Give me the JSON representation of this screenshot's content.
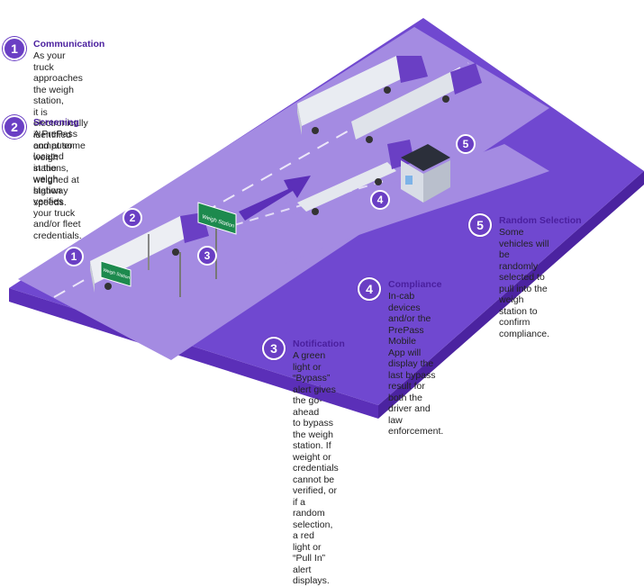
{
  "steps": [
    {
      "num": "1",
      "title": "Communication",
      "body": "As your truck approaches the weigh station,\nit is electronically identified and at some\nweigh stations, weighed at highway speeds."
    },
    {
      "num": "2",
      "title": "Screening",
      "body": "A PrePass computer located\nin the weigh station verifies\nyour truck and/or fleet\ncredentials."
    },
    {
      "num": "5",
      "title": "Random Selection",
      "body": "Some vehicles will be randomly\nselected to pull into the weigh\nstation to confirm compliance."
    },
    {
      "num": "4",
      "title": "Compliance",
      "body": "In-cab devices and/or the PrePass Mobile\nApp will display the last bypass result for\nboth the driver and law enforcement."
    },
    {
      "num": "3",
      "title": "Notification",
      "body": "A green light or “Bypass” alert gives the go-ahead\nto bypass the weigh station. If weight or credentials\ncannot be verified, or if a random selection, a red\nlight or “Pull In” alert displays."
    }
  ],
  "markers": [
    "1",
    "2",
    "3",
    "4",
    "5"
  ],
  "signs": {
    "main": "Weigh Station",
    "small": "Weigh Station"
  },
  "colors": {
    "road_top": "#a78ee6",
    "road_side": "#6a3fc4",
    "road_edge": "#7d55d6",
    "accent": "#6a3fc4",
    "title": "#4a1f9e"
  }
}
